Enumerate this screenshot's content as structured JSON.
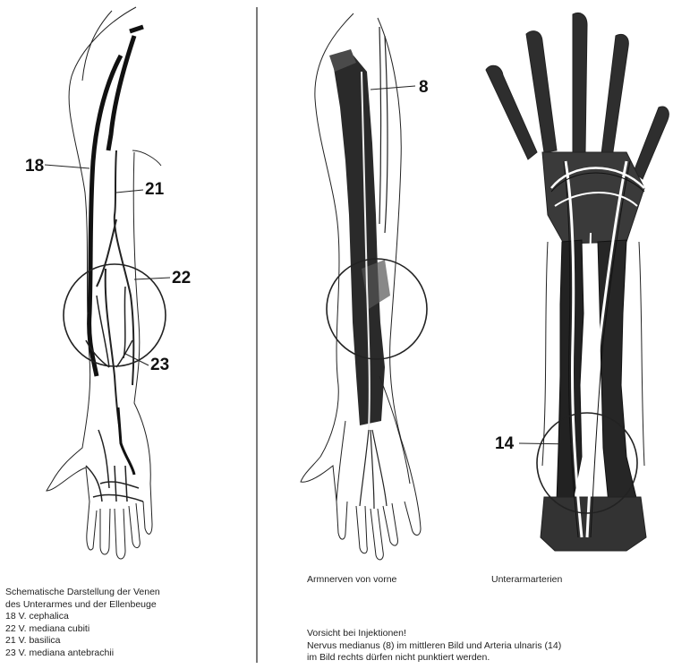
{
  "labels": {
    "n18": "18",
    "n21": "21",
    "n22": "22",
    "n23": "23",
    "n8": "8",
    "n14": "14"
  },
  "captions": {
    "left": [
      "Schematische Darstellung der Venen",
      "des Unterarmes und der Ellenbeuge",
      "18 V. cephalica",
      "22 V. mediana cubiti",
      "21 V. basilica",
      "23 V. mediana antebrachii"
    ],
    "middle_title": "Armnerven von vorne",
    "right_title": "Unterarmarterien",
    "warning": [
      "Vorsicht bei Injektionen!",
      "Nervus medianus (8) im mittleren Bild und Arteria ulnaris (14)",
      "im Bild rechts dürfen nicht punktiert werden."
    ]
  }
}
